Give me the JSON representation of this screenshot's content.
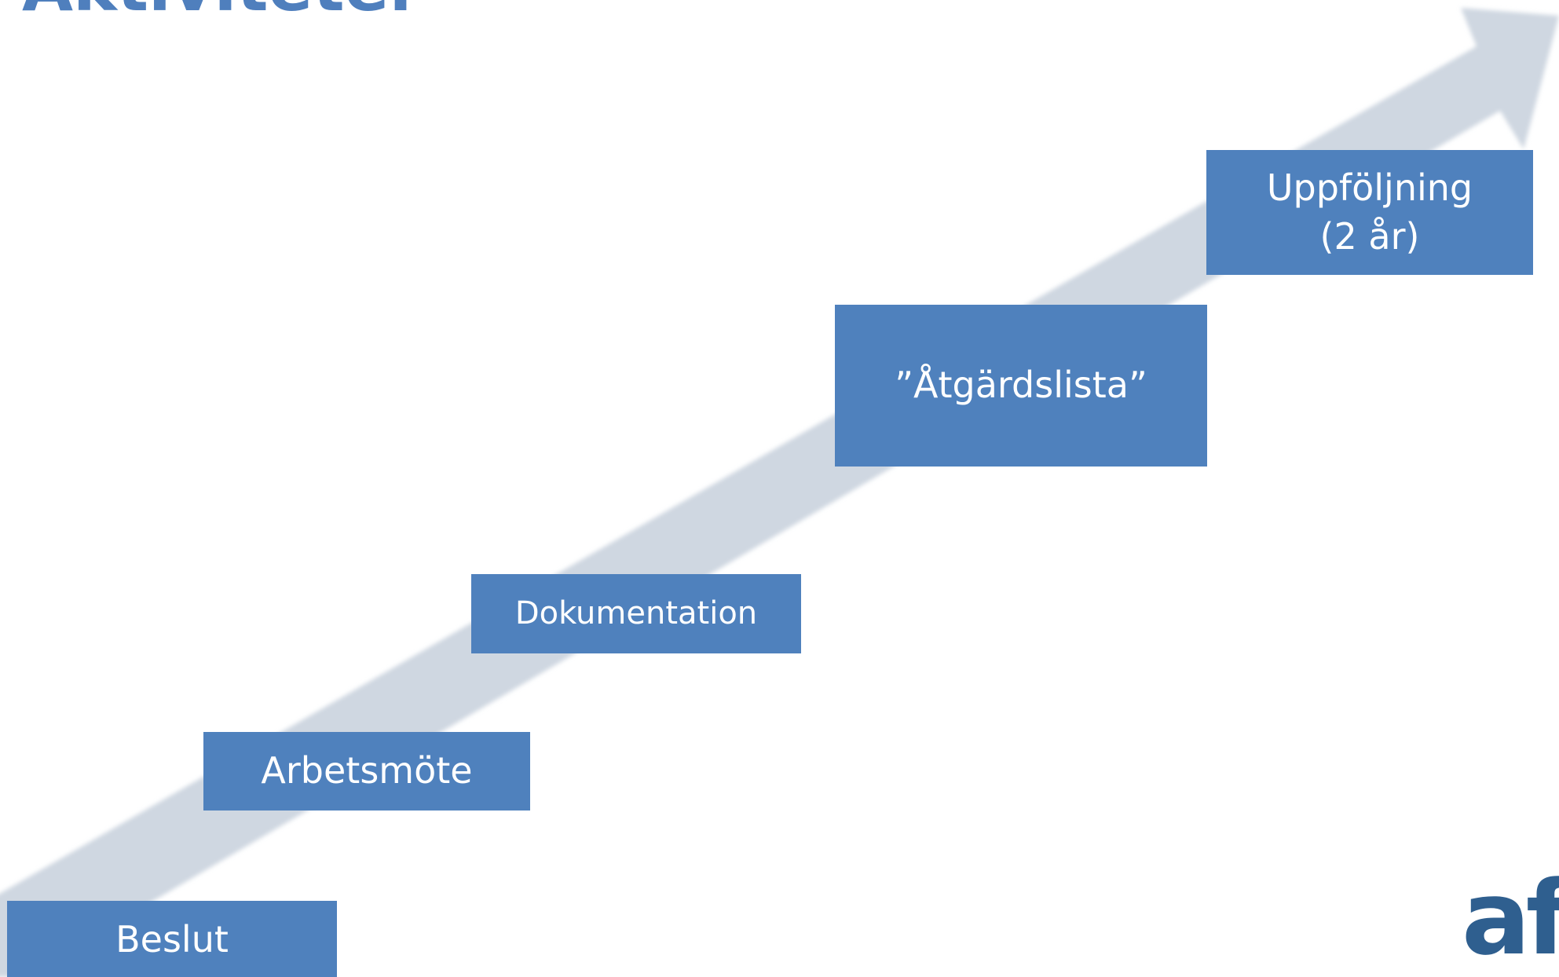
{
  "slide": {
    "title": "Aktiviteter",
    "logo_text": "afa"
  },
  "steps": [
    {
      "id": "beslut",
      "lines": [
        "Beslut"
      ]
    },
    {
      "id": "arbetsmote",
      "lines": [
        "Arbetsmöte"
      ]
    },
    {
      "id": "dokumentation",
      "lines": [
        "Dokumentation"
      ]
    },
    {
      "id": "atgardslista",
      "lines": [
        "”Åtgärdslista”"
      ]
    },
    {
      "id": "uppfoljning",
      "lines": [
        "Uppföljning",
        "(2 år)"
      ]
    }
  ],
  "colors": {
    "box_fill": "#4f81bd",
    "box_text": "#ffffff",
    "arrow_fill": "#cfd7e1",
    "title": "#4f7fbd",
    "logo": "#2f5f8f"
  }
}
